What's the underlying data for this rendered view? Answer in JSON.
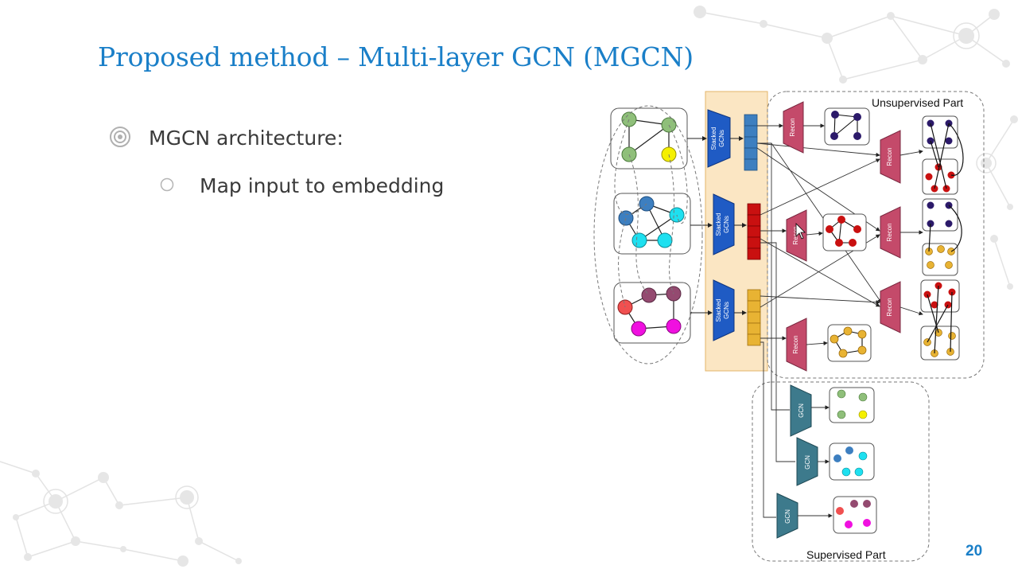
{
  "slide": {
    "title": "Proposed method – Multi-layer GCN (MGCN)",
    "bullets": [
      {
        "text": "MGCN architecture:",
        "level": 1
      },
      {
        "text": "Map input to embedding",
        "level": 2
      }
    ],
    "page_number": "20"
  },
  "diagram": {
    "unsupervised_label": "Unsupervised Part",
    "supervised_label": "Supervised Part",
    "stacked_label_1": "Stacked",
    "stacked_label_2": "GCNs",
    "recon_label": "Recon",
    "gcn_label": "GCN",
    "colors": {
      "accent": "#1a7fc8",
      "stacked_block": "#1f5bc4",
      "recon_block": "#c44a6a",
      "gcn_block": "#3d7a8c",
      "embed_blue": "#3d7fc0",
      "embed_red": "#c91010",
      "embed_yellow": "#e8b333",
      "highlight_band": "#fbe6c3"
    }
  }
}
